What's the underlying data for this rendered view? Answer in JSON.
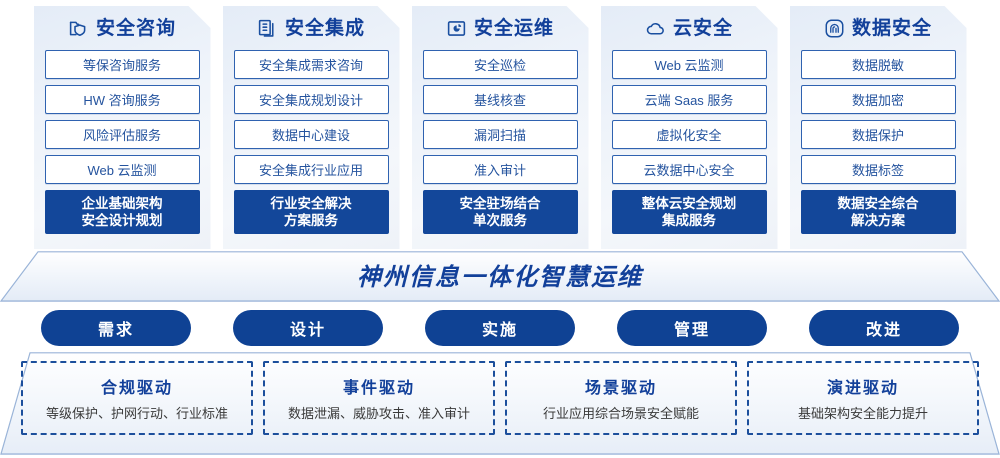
{
  "colors": {
    "accent_dark_blue": "#13479a",
    "pill_blue": "#0f4294",
    "title_blue": "#12409a",
    "item_text_blue": "#24539e",
    "item_border": "#2f62b0",
    "card_bg_light": "#eef3fa"
  },
  "columns": [
    {
      "icon": "folder-shield-icon",
      "title": "安全咨询",
      "items": [
        "等保咨询服务",
        "HW 咨询服务",
        "风险评估服务",
        "Web 云监测"
      ],
      "accent": {
        "line1": "企业基础架构",
        "line2": "安全设计规划"
      }
    },
    {
      "icon": "documents-copy-icon",
      "title": "安全集成",
      "items": [
        "安全集成需求咨询",
        "安全集成规划设计",
        "数据中心建设",
        "安全集成行业应用"
      ],
      "accent": {
        "line1": "行业安全解决",
        "line2": "方案服务"
      }
    },
    {
      "icon": "folder-chart-icon",
      "title": "安全运维",
      "items": [
        "安全巡检",
        "基线核查",
        "漏洞扫描",
        "准入审计"
      ],
      "accent": {
        "line1": "安全驻场结合",
        "line2": "单次服务"
      }
    },
    {
      "icon": "cloud-icon",
      "title": "云安全",
      "items": [
        "Web 云监测",
        "云端 Saas 服务",
        "虚拟化安全",
        "云数据中心安全"
      ],
      "accent": {
        "line1": "整体云安全规划",
        "line2": "集成服务"
      }
    },
    {
      "icon": "fingerprint-icon",
      "title": "数据安全",
      "items": [
        "数据脱敏",
        "数据加密",
        "数据保护",
        "数据标签"
      ],
      "accent": {
        "line1": "数据安全综合",
        "line2": "解决方案"
      }
    }
  ],
  "banner": {
    "text": "神州信息一体化智慧运维"
  },
  "phases": [
    "需求",
    "设计",
    "实施",
    "管理",
    "改进"
  ],
  "drivers": [
    {
      "title": "合规驱动",
      "subtitle": "等级保护、护网行动、行业标准"
    },
    {
      "title": "事件驱动",
      "subtitle": "数据泄漏、威胁攻击、准入审计"
    },
    {
      "title": "场景驱动",
      "subtitle": "行业应用综合场景安全赋能"
    },
    {
      "title": "演进驱动",
      "subtitle": "基础架构安全能力提升"
    }
  ]
}
